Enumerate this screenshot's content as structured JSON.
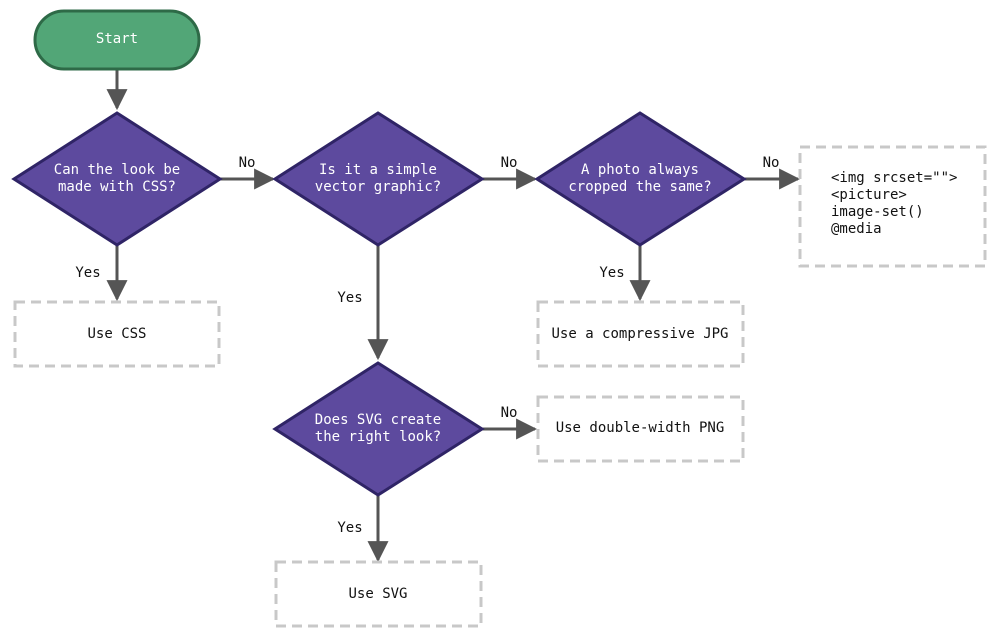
{
  "start": {
    "label": "Start",
    "fill": "#52a677",
    "stroke": "#2e6a47"
  },
  "colors": {
    "decision_fill": "#5d4a9e",
    "decision_stroke": "#2f2466",
    "connector": "#555555",
    "outcome_border": "#c8c8c8"
  },
  "decisions": {
    "css": {
      "lines": [
        "Can the look be",
        "made with CSS?"
      ]
    },
    "vector": {
      "lines": [
        "Is it a simple",
        "vector graphic?"
      ]
    },
    "photo": {
      "lines": [
        "A photo always",
        "cropped the same?"
      ]
    },
    "svg": {
      "lines": [
        "Does SVG create",
        "the right look?"
      ]
    }
  },
  "outcomes": {
    "use_css": {
      "lines": [
        "Use CSS"
      ]
    },
    "use_jpg": {
      "lines": [
        "Use a compressive JPG"
      ]
    },
    "use_png": {
      "lines": [
        "Use double-width PNG"
      ]
    },
    "use_svg": {
      "lines": [
        "Use SVG"
      ]
    },
    "responsive": {
      "lines": [
        "<img srcset=\"\">",
        "<picture>",
        "image-set()",
        "@media"
      ]
    }
  },
  "edge_labels": {
    "yes": "Yes",
    "no": "No"
  }
}
